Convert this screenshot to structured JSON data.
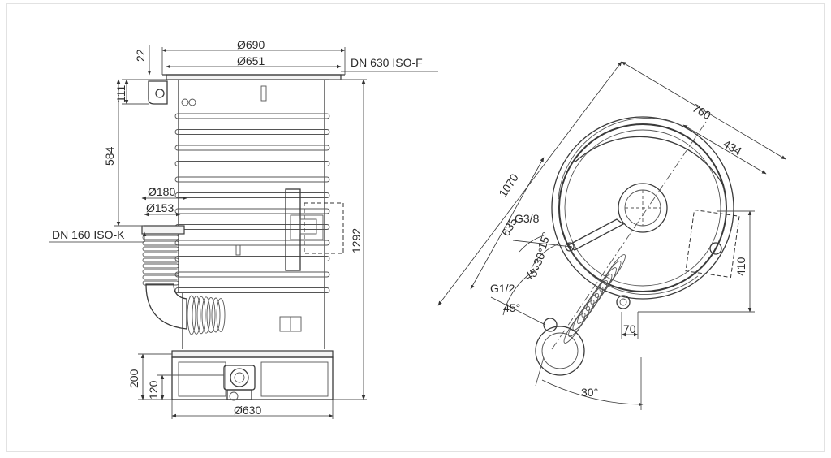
{
  "side_view": {
    "dim_flange_outer": "Ø690",
    "dim_flange_inner": "Ø651",
    "dim_flange_thickness": "22",
    "dim_top_offset": "111",
    "dim_inlet_height": "584",
    "dim_inlet_outer": "Ø180",
    "dim_inlet_inner": "Ø153",
    "dim_total_height": "1292",
    "dim_base_height": "200",
    "dim_port_height": "120",
    "dim_base_width": "Ø630",
    "label_top_flange": "DN 630 ISO-F",
    "label_inlet_flange": "DN 160 ISO-K"
  },
  "top_view": {
    "dim_overall": "1070",
    "dim_diameter": "760",
    "dim_center_offset": "434",
    "dim_port_offset": "635",
    "dim_side_offset": "410",
    "dim_port_width": "70",
    "label_port_a": "G3/8",
    "label_port_b": "G1/2",
    "angle_15": "15°",
    "angle_30": "30°",
    "angle_45_upper": "45°",
    "angle_45_lower": "45°",
    "angle_30_bottom": "30°"
  }
}
